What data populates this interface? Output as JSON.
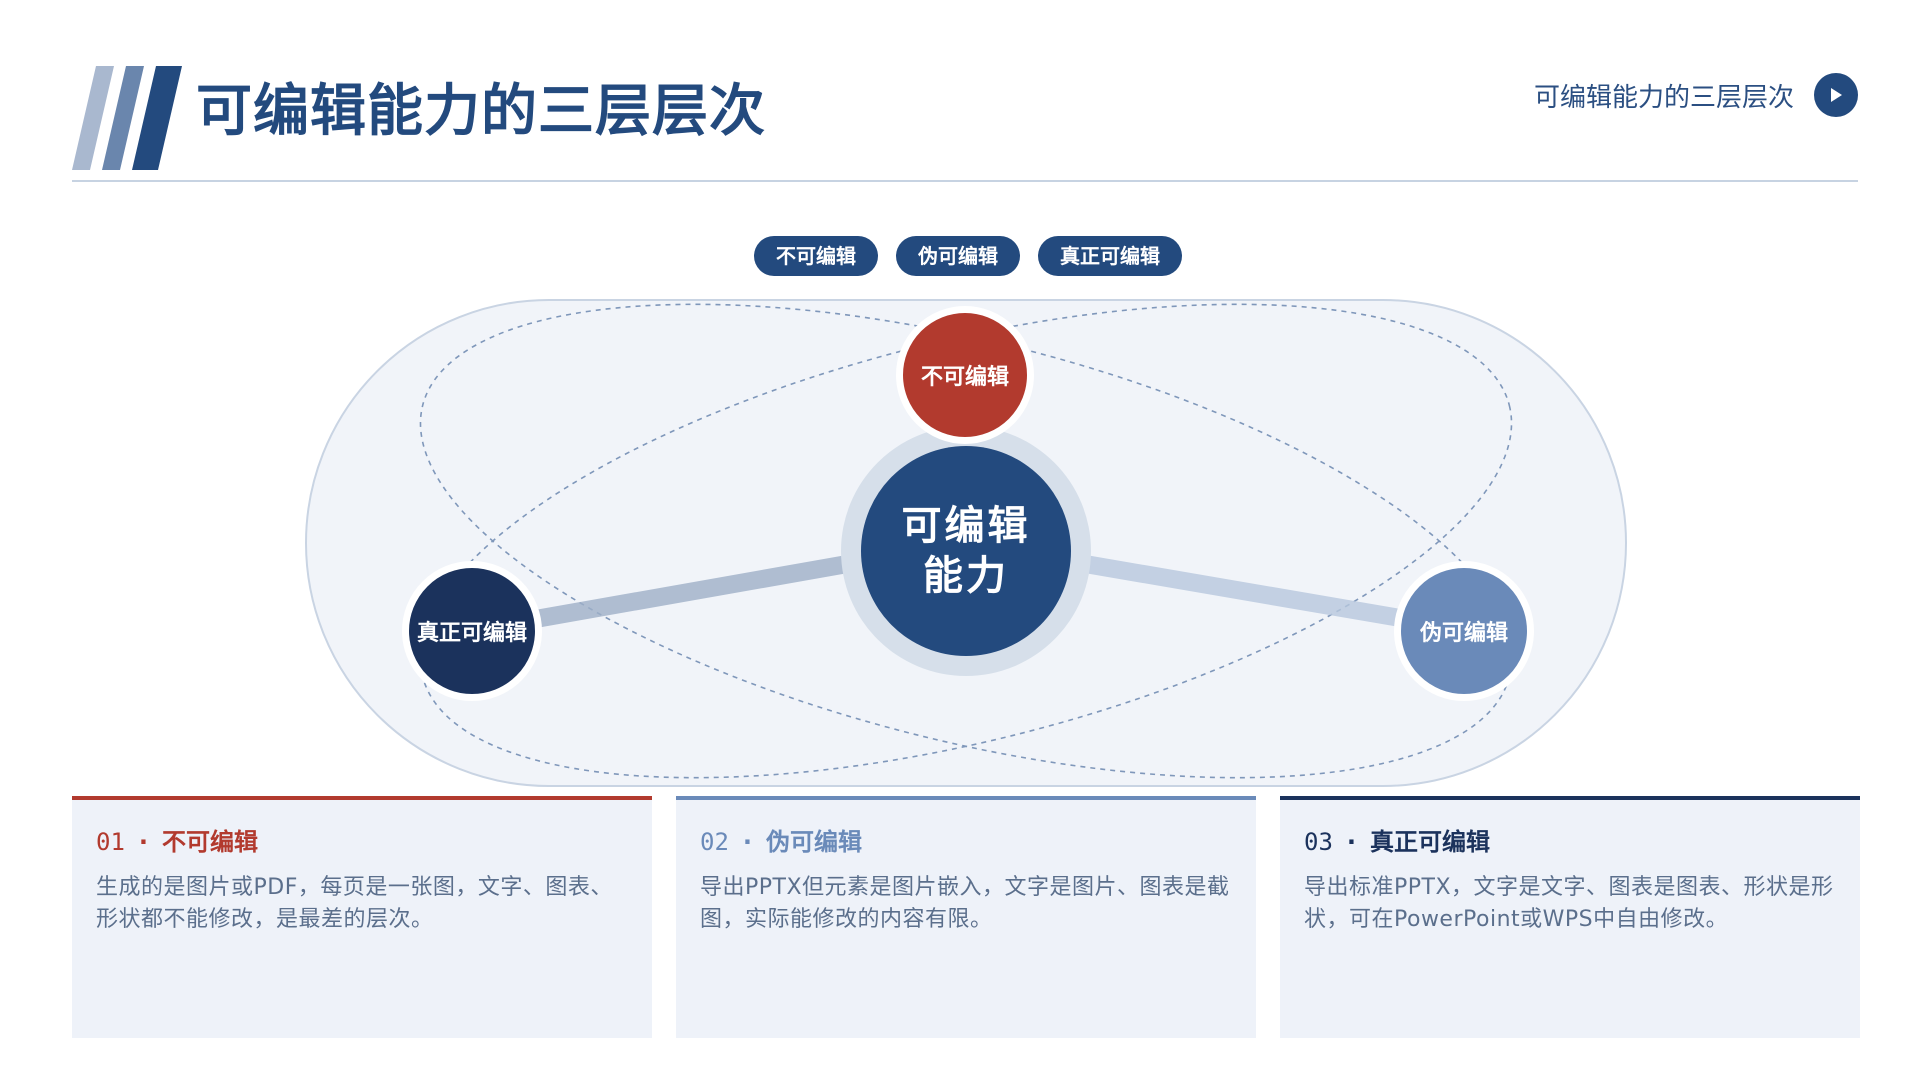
{
  "header": {
    "title": "可编辑能力的三层层次",
    "right_label": "可编辑能力的三层层次",
    "nav_icon": "play-icon"
  },
  "legend": [
    "不可编辑",
    "伪可编辑",
    "真正可编辑"
  ],
  "diagram": {
    "center": "可编辑能力",
    "top": "不可编辑",
    "left": "真正可编辑",
    "right": "伪可编辑"
  },
  "cards": [
    {
      "num": "01",
      "dot": "·",
      "title": "不可编辑",
      "body": "生成的是图片或PDF，每页是一张图，文字、图表、形状都不能修改，是最差的层次。",
      "color": "#b23a2e"
    },
    {
      "num": "02",
      "dot": "·",
      "title": "伪可编辑",
      "body": "导出PPTX但元素是图片嵌入，文字是图片、图表是截图，实际能修改的内容有限。",
      "color": "#6a8ab9"
    },
    {
      "num": "03",
      "dot": "·",
      "title": "真正可编辑",
      "body": "导出标准PPTX，文字是文字、图表是图表、形状是形状，可在PowerPoint或WPS中自由修改。",
      "color": "#1b325c"
    }
  ],
  "colors": {
    "primary": "#234a7e",
    "red": "#b23a2e",
    "light_blue": "#6a8ab9",
    "navy": "#1b325c",
    "panel": "#eef2f9"
  }
}
